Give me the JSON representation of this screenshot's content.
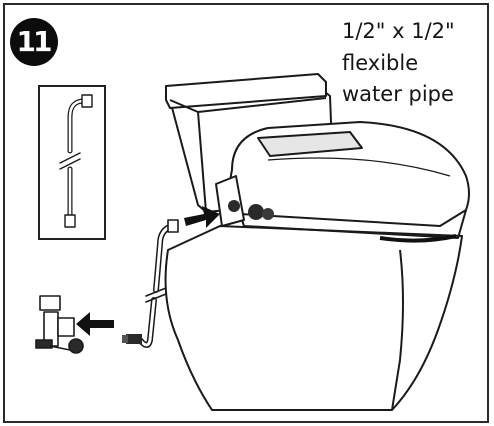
{
  "step": {
    "number": "11"
  },
  "caption": {
    "line1": "1/2\" x 1/2\"",
    "line2": "flexible",
    "line3": "water pipe"
  },
  "icons": {
    "badge": "step-number-badge",
    "inset": "pipe-detail-icon",
    "toilet": "toilet-icon",
    "valve": "shutoff-valve-icon",
    "hose": "flexible-hose-icon",
    "arrow": "direction-arrow-icon"
  },
  "colors": {
    "line": "#1a1a1a",
    "fill": "#ffffff",
    "shade": "#e6e6e6",
    "dark": "#0c0c0c"
  }
}
